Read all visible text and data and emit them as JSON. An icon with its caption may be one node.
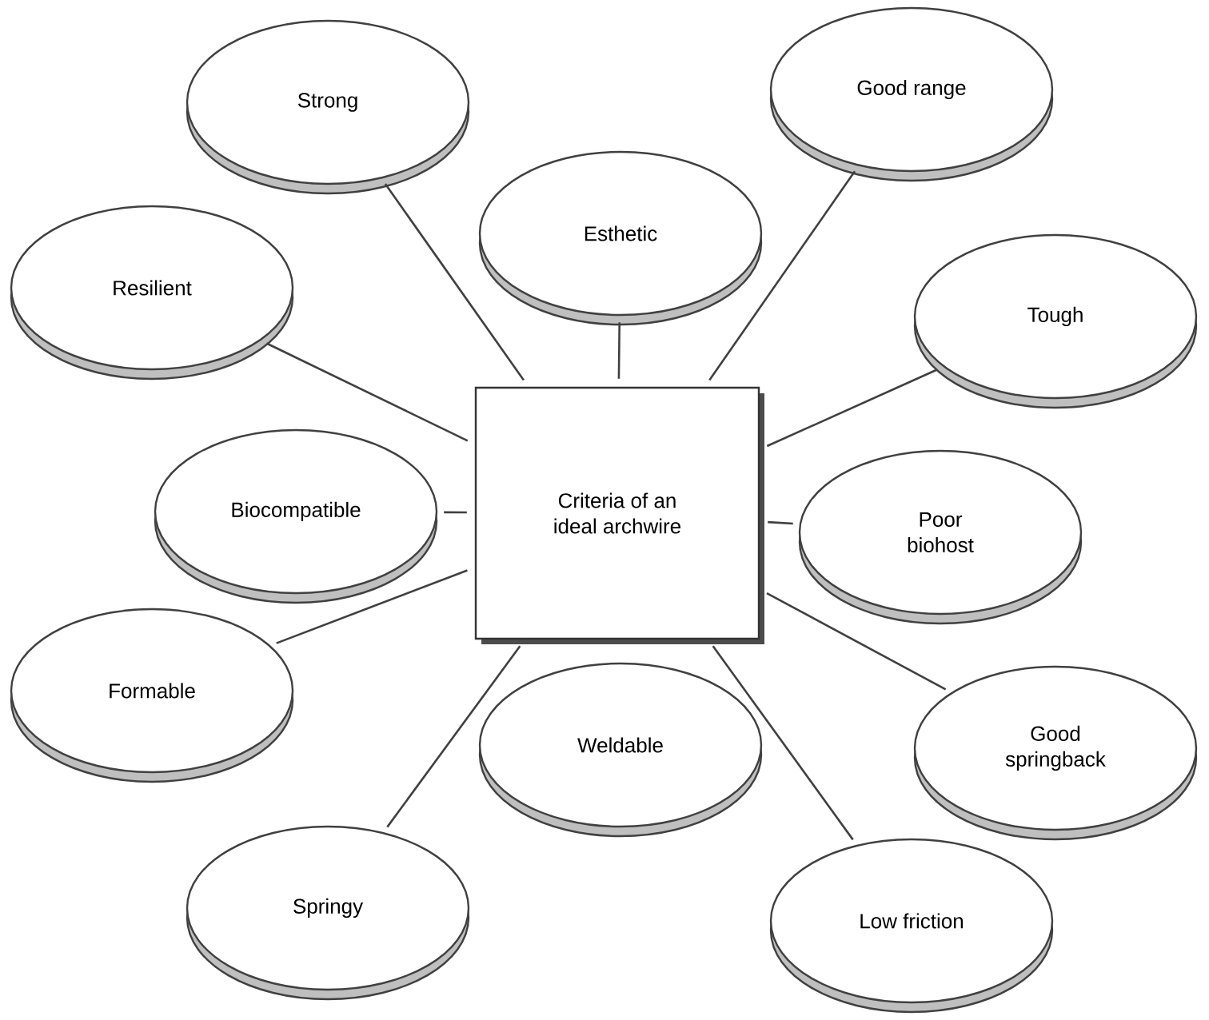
{
  "diagram": {
    "nodes": [
      {
        "text": [
          "Strong"
        ]
      },
      {
        "text": [
          "Good range"
        ]
      },
      {
        "text": [
          "Esthetic"
        ]
      },
      {
        "text": [
          "Resilient"
        ]
      },
      {
        "text": [
          "Tough"
        ]
      },
      {
        "text": [
          "Criteria of an ideal archwire"
        ]
      },
      {
        "text": [
          "Biocompatible"
        ]
      },
      {
        "text": [
          "Poor biohost"
        ]
      },
      {
        "text": [
          "Formable"
        ]
      },
      {
        "text": [
          "Good springback"
        ]
      },
      {
        "text": [
          "Weldable"
        ]
      },
      {
        "text": [
          "Springy"
        ]
      },
      {
        "text": [
          "Low friction"
        ]
      }
    ],
    "edges": [
      {
        "from": 5,
        "to": 0,
        "arrow": "none"
      },
      {
        "from": 5,
        "to": 1,
        "arrow": "none"
      },
      {
        "from": 5,
        "to": 2,
        "arrow": "none"
      },
      {
        "from": 5,
        "to": 3,
        "arrow": "none"
      },
      {
        "from": 5,
        "to": 4,
        "arrow": "none"
      },
      {
        "from": 5,
        "to": 6,
        "arrow": "none"
      },
      {
        "from": 5,
        "to": 7,
        "arrow": "none"
      },
      {
        "from": 5,
        "to": 8,
        "arrow": "none"
      },
      {
        "from": 5,
        "to": 9,
        "arrow": "none"
      },
      {
        "from": 5,
        "to": 11,
        "arrow": "none"
      },
      {
        "from": 5,
        "to": 12,
        "arrow": "none"
      }
    ]
  }
}
